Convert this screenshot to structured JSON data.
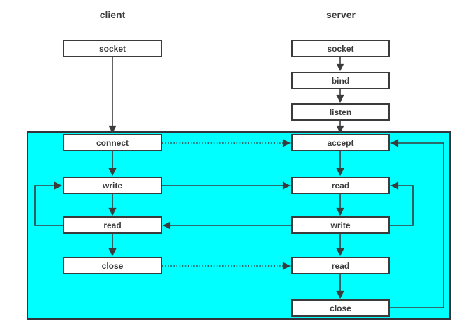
{
  "header": {
    "client_label": "client",
    "server_label": "server"
  },
  "client_nodes": [
    {
      "id": "socket",
      "label": "socket"
    },
    {
      "id": "connect",
      "label": "connect"
    },
    {
      "id": "write",
      "label": "write"
    },
    {
      "id": "read",
      "label": "read"
    },
    {
      "id": "close",
      "label": "close"
    }
  ],
  "server_nodes": [
    {
      "id": "socket",
      "label": "socket"
    },
    {
      "id": "bind",
      "label": "bind"
    },
    {
      "id": "listen",
      "label": "listen"
    },
    {
      "id": "accept",
      "label": "accept"
    },
    {
      "id": "read1",
      "label": "read"
    },
    {
      "id": "write",
      "label": "write"
    },
    {
      "id": "read2",
      "label": "read"
    },
    {
      "id": "close",
      "label": "close"
    }
  ],
  "edges": [
    {
      "from": "client.socket",
      "to": "client.connect",
      "style": "solid"
    },
    {
      "from": "client.connect",
      "to": "client.write",
      "style": "solid"
    },
    {
      "from": "client.write",
      "to": "client.read",
      "style": "solid"
    },
    {
      "from": "client.read",
      "to": "client.close",
      "style": "solid"
    },
    {
      "from": "server.socket",
      "to": "server.bind",
      "style": "solid"
    },
    {
      "from": "server.bind",
      "to": "server.listen",
      "style": "solid"
    },
    {
      "from": "server.listen",
      "to": "server.accept",
      "style": "solid"
    },
    {
      "from": "server.accept",
      "to": "server.read1",
      "style": "solid"
    },
    {
      "from": "server.read1",
      "to": "server.write",
      "style": "solid"
    },
    {
      "from": "server.write",
      "to": "server.read2",
      "style": "solid"
    },
    {
      "from": "server.read2",
      "to": "server.close",
      "style": "solid"
    },
    {
      "from": "client.connect",
      "to": "server.accept",
      "style": "dotted"
    },
    {
      "from": "client.write",
      "to": "server.read1",
      "style": "solid"
    },
    {
      "from": "server.write",
      "to": "client.read",
      "style": "solid"
    },
    {
      "from": "client.close",
      "to": "server.read2",
      "style": "dotted"
    },
    {
      "from": "client.read",
      "to": "client.write",
      "style": "solid-loop"
    },
    {
      "from": "server.write",
      "to": "server.read1",
      "style": "solid-loop"
    },
    {
      "from": "server.close",
      "to": "server.accept",
      "style": "solid-loop"
    }
  ],
  "colors": {
    "highlight_bg": "#00ffff",
    "highlight_border": "#33333b",
    "line": "#3b3b3b",
    "node_fill": "#ffffff",
    "node_border": "#3b3b3b",
    "text": "#3b3b3b"
  }
}
